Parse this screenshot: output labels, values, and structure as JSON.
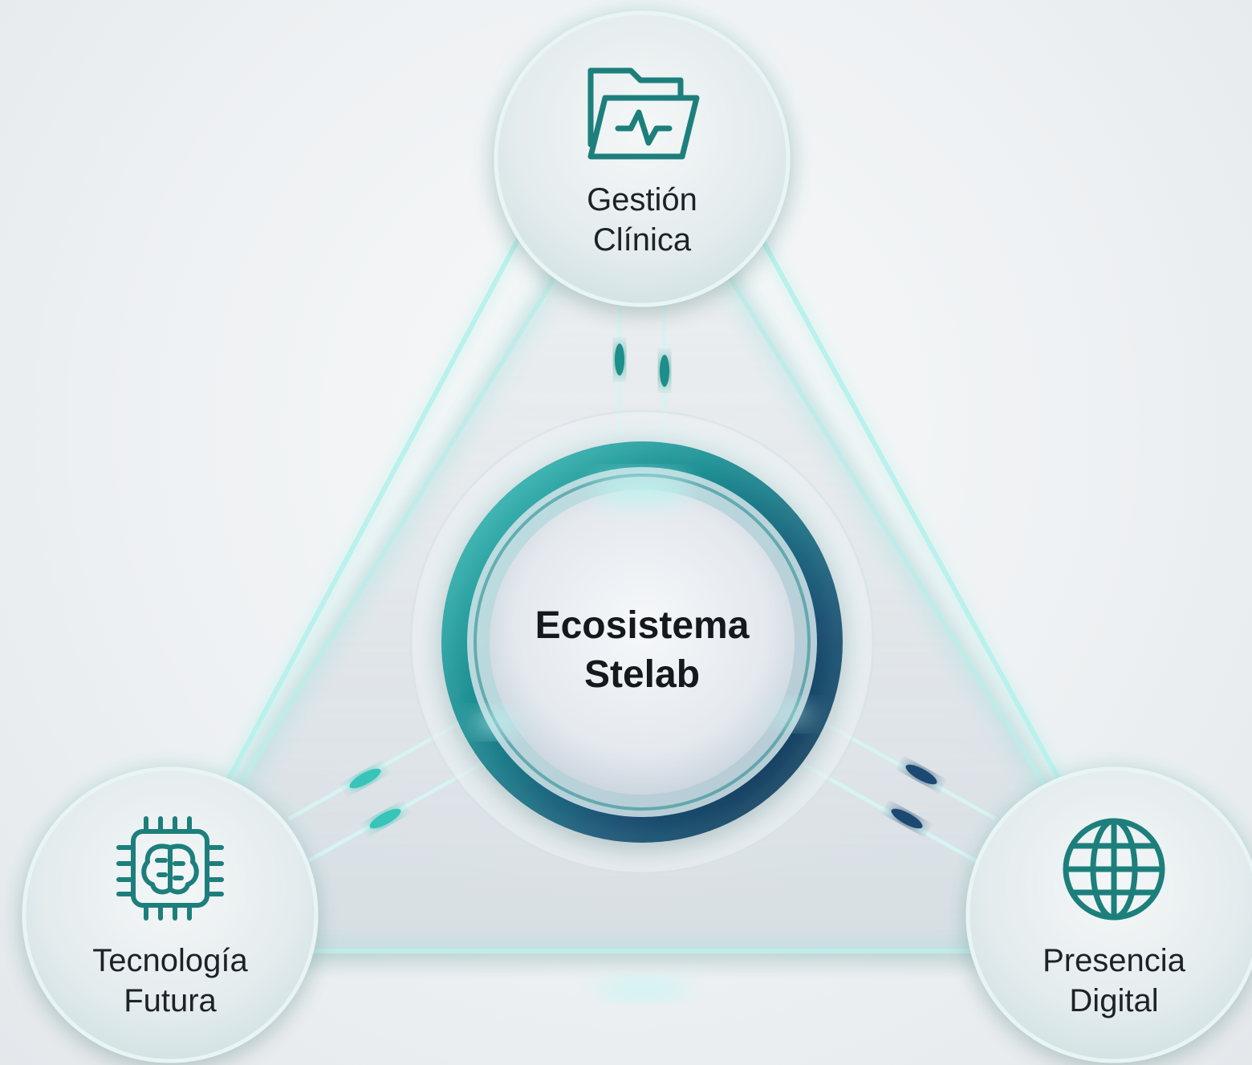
{
  "center": {
    "line1": "Ecosistema",
    "line2": "Stelab"
  },
  "nodes": [
    {
      "id": "gestion-clinica",
      "line1": "Gestión",
      "line2": "Clínica",
      "icon": "medical-folder-icon"
    },
    {
      "id": "tecnologia-futura",
      "line1": "Tecnología",
      "line2": "Futura",
      "icon": "brain-chip-icon"
    },
    {
      "id": "presencia-digital",
      "line1": "Presencia",
      "line2": "Digital",
      "icon": "globe-icon"
    }
  ],
  "colors": {
    "accent": "#1f8f8a",
    "accent_glow": "#8fe3de",
    "ring_dark": "#163a5c",
    "text": "#1d2226",
    "icon": "#1d7f7c"
  }
}
